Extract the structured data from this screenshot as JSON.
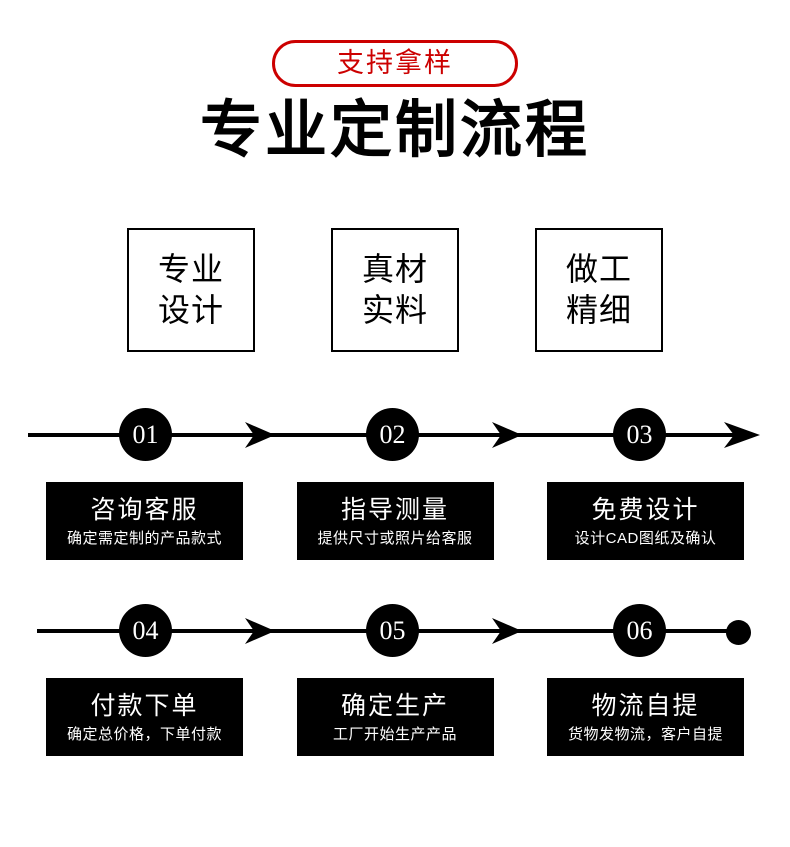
{
  "header": {
    "badge_text": "支持拿样",
    "badge_color": "#cc0000",
    "title": "专业定制流程"
  },
  "features": [
    {
      "line1": "专业",
      "line2": "设计"
    },
    {
      "line1": "真材",
      "line2": "实料"
    },
    {
      "line1": "做工",
      "line2": "精细"
    }
  ],
  "timelines": [
    {
      "nodes": [
        "01",
        "02",
        "03"
      ],
      "end_marker": "arrow-head"
    },
    {
      "nodes": [
        "04",
        "05",
        "06"
      ],
      "end_marker": "dot"
    }
  ],
  "steps": [
    {
      "number": "01",
      "title": "咨询客服",
      "subtitle": "确定需定制的产品款式"
    },
    {
      "number": "02",
      "title": "指导测量",
      "subtitle": "提供尺寸或照片给客服"
    },
    {
      "number": "03",
      "title": "免费设计",
      "subtitle": "设计CAD图纸及确认"
    },
    {
      "number": "04",
      "title": "付款下单",
      "subtitle": "确定总价格，下单付款"
    },
    {
      "number": "05",
      "title": "确定生产",
      "subtitle": "工厂开始生产产品"
    },
    {
      "number": "06",
      "title": "物流自提",
      "subtitle": "货物发物流，客户自提"
    }
  ],
  "colors": {
    "background": "#ffffff",
    "accent_red": "#cc0000",
    "card_background": "#000000",
    "card_text": "#ffffff"
  }
}
